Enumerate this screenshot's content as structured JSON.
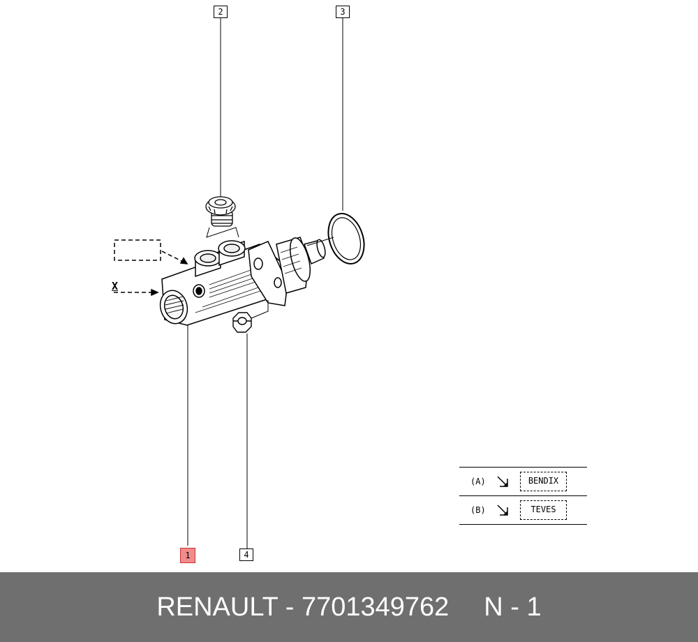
{
  "callouts": {
    "part1": "1",
    "part2": "2",
    "part3": "3",
    "part4": "4"
  },
  "view_label": "X",
  "legend": [
    {
      "code": "(A)",
      "brand": "BENDIX"
    },
    {
      "code": "(B)",
      "brand": "TEVES"
    }
  ],
  "footer": {
    "part_text": "RENAULT - 7701349762",
    "qty_text": "N - 1"
  },
  "colors": {
    "highlight": "#f08c8c",
    "footer_bg": "#6f6f6f",
    "footer_text": "#ffffff"
  }
}
